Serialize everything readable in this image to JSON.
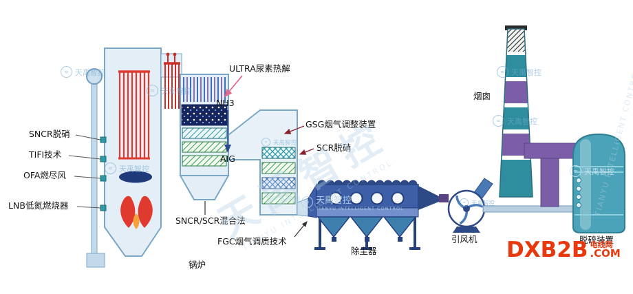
{
  "labels": {
    "ultra": "ULTRA尿素热解",
    "nh3": "NH3",
    "aig": "AIG",
    "gsg": "GSG烟气调整装置",
    "scr": "SCR脱硝",
    "sncr": "SNCR脱硝",
    "tifi": "TIFI技术",
    "ofa": "OFA燃尽风",
    "lnb": "LNB低氮燃烧器",
    "sncr_scr": "SNCR/SCR混合法",
    "fgc": "FGC烟气调质技术",
    "boiler": "锅炉",
    "dust_collector": "除尘器",
    "fan": "引风机",
    "chimney": "烟囱",
    "desulfurization": "脱硫装置"
  },
  "watermark": {
    "brand": "天禹智控",
    "brand_en": "TIANYU INTELLIGENT CONTROL"
  },
  "logo": {
    "name": "DXB2B",
    "tld": ".COM",
    "site": "电线网",
    "color": "#e8380d"
  },
  "colors": {
    "teal": "#2e9aa8",
    "purple": "#7b5ea7",
    "navy": "#2e4a86",
    "tube_red": "#e0392e",
    "outline_blue": "#7aa7c7",
    "watermark_blue": "#74abd1"
  }
}
